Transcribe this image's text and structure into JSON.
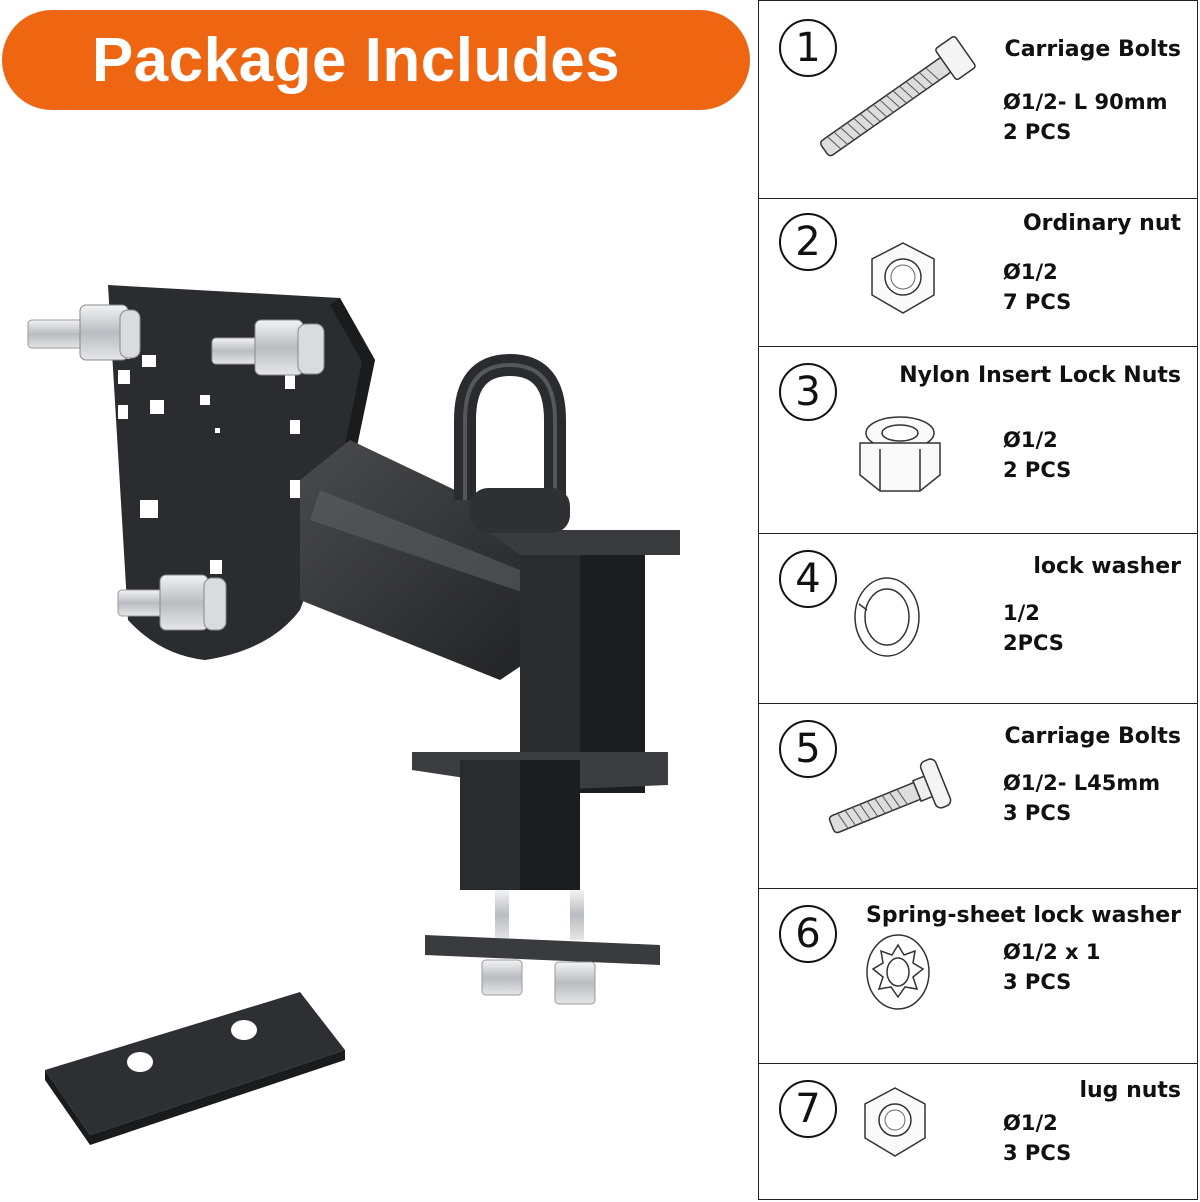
{
  "banner": {
    "title": "Package Includes"
  },
  "colors": {
    "banner": "#ee6512",
    "metal": "#2f3033",
    "steel": "#cfd1d4"
  },
  "items": [
    {
      "num": "1",
      "name": "Carriage Bolts",
      "size": "Ø1/2- L 90mm",
      "qty": "2 PCS",
      "icon": "long-bolt-icon"
    },
    {
      "num": "2",
      "name": "Ordinary nut",
      "size": "Ø1/2",
      "qty": "7 PCS",
      "icon": "hex-nut-icon"
    },
    {
      "num": "3",
      "name": "Nylon Insert  Lock Nuts",
      "size": "Ø1/2",
      "qty": "2 PCS",
      "icon": "lock-nut-icon"
    },
    {
      "num": "4",
      "name": "lock washer",
      "size": "1/2",
      "qty": "2PCS",
      "icon": "split-washer-icon"
    },
    {
      "num": "5",
      "name": "Carriage Bolts",
      "size": "Ø1/2- L45mm",
      "qty": "3 PCS",
      "icon": "short-bolt-icon"
    },
    {
      "num": "6",
      "name": "Spring-sheet lock washer",
      "size": "Ø1/2 x 1",
      "qty": "3 PCS",
      "icon": "star-washer-icon"
    },
    {
      "num": "7",
      "name": "lug nuts",
      "size": "Ø1/2",
      "qty": "3 PCS",
      "icon": "lug-nut-icon"
    }
  ]
}
